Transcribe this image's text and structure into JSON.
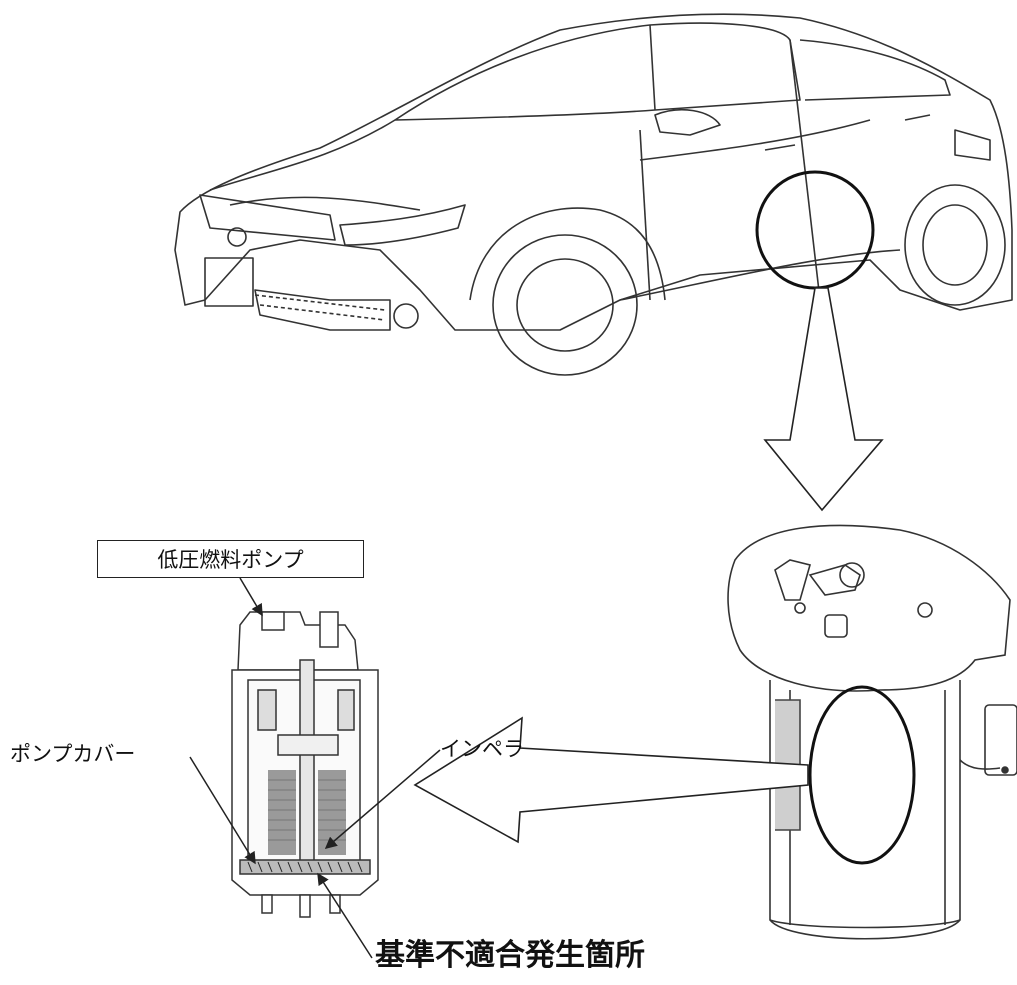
{
  "labels": {
    "low_pressure_fuel_pump": "低圧燃料ポンプ",
    "pump_cover": "ポンプカバー",
    "impeller": "インペラ",
    "nonconformity_location": "基準不適合発生箇所"
  },
  "colors": {
    "line": "#222222",
    "shade": "#8a8a8a",
    "background": "#ffffff"
  }
}
